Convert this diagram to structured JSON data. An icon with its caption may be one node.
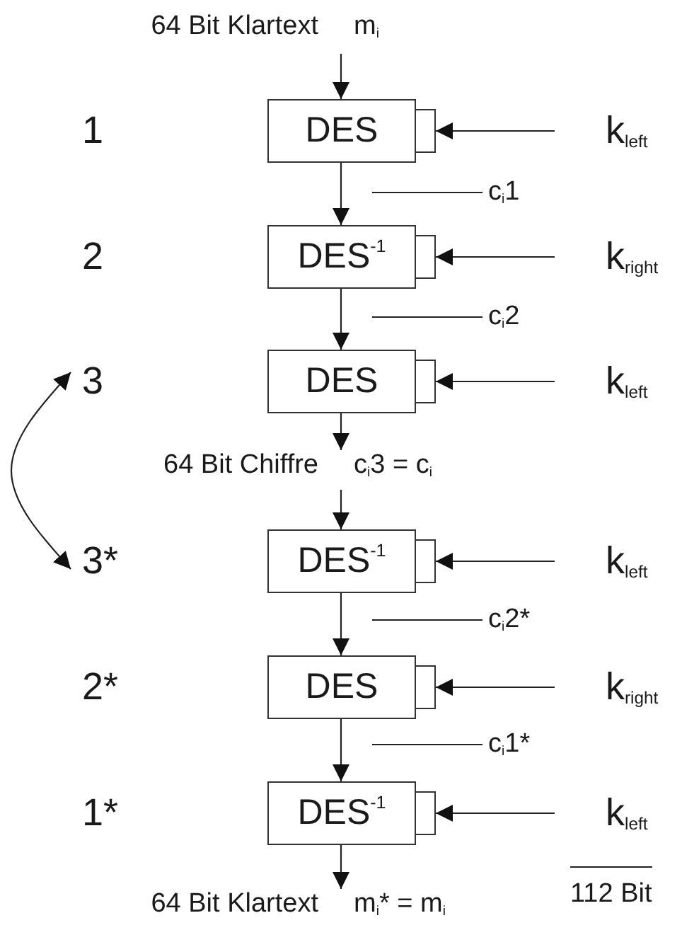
{
  "diagram": {
    "nodes": [
      {
        "text": [
          "64 Bit Klartext",
          "m$_{i}$"
        ]
      },
      {
        "text": [
          "1"
        ]
      },
      {
        "text": [
          "DES"
        ]
      },
      {
        "text": [
          "k$_{left}$"
        ]
      },
      {
        "text": [
          "c$_{i}$1"
        ]
      },
      {
        "text": [
          "2"
        ]
      },
      {
        "text": [
          "DES$^{-1}$"
        ]
      },
      {
        "text": [
          "k$_{right}$"
        ]
      },
      {
        "text": [
          "c$_{i}$2"
        ]
      },
      {
        "text": [
          "3"
        ]
      },
      {
        "text": [
          "DES"
        ]
      },
      {
        "text": [
          "k$_{left}$"
        ]
      },
      {
        "text": [
          "64 Bit Chiffre",
          "c$_{i}$3 = c$_{i}$"
        ]
      },
      {
        "text": [
          "3*"
        ]
      },
      {
        "text": [
          "DES$^{-1}$"
        ]
      },
      {
        "text": [
          "k$_{left}$"
        ]
      },
      {
        "text": [
          "c$_{i}$2*"
        ]
      },
      {
        "text": [
          "2*"
        ]
      },
      {
        "text": [
          "DES"
        ]
      },
      {
        "text": [
          "k$_{right}$"
        ]
      },
      {
        "text": [
          "c$_{i}$1*"
        ]
      },
      {
        "text": [
          "1*"
        ]
      },
      {
        "text": [
          "DES$^{-1}$"
        ]
      },
      {
        "text": [
          "k$_{left}$"
        ]
      },
      {
        "text": [
          "64 Bit Klartext",
          "m$_{i}$* = m$_{i}$"
        ]
      }
    ],
    "edges": [
      {
        "from": 0,
        "to": 2,
        "arrow": "to"
      },
      {
        "from": 2,
        "to": 6,
        "arrow": "to"
      },
      {
        "from": 6,
        "to": 10,
        "arrow": "to"
      },
      {
        "from": 10,
        "to": 12,
        "arrow": "to"
      },
      {
        "from": 12,
        "to": 14,
        "arrow": "to"
      },
      {
        "from": 14,
        "to": 18,
        "arrow": "to"
      },
      {
        "from": 18,
        "to": 22,
        "arrow": "to"
      },
      {
        "from": 22,
        "to": 24,
        "arrow": "to"
      },
      {
        "from": 3,
        "to": 2,
        "arrow": "to"
      },
      {
        "from": 7,
        "to": 6,
        "arrow": "to"
      },
      {
        "from": 11,
        "to": 10,
        "arrow": "to"
      },
      {
        "from": 15,
        "to": 14,
        "arrow": "to"
      },
      {
        "from": 19,
        "to": 18,
        "arrow": "to"
      },
      {
        "from": 23,
        "to": 22,
        "arrow": "to"
      },
      {
        "from": 4,
        "to": null,
        "arrow": "none"
      },
      {
        "from": 8,
        "to": null,
        "arrow": "none"
      },
      {
        "from": 16,
        "to": null,
        "arrow": "none"
      },
      {
        "from": 20,
        "to": null,
        "arrow": "none"
      },
      {
        "from": 9,
        "to": 13,
        "arrow": "both"
      }
    ],
    "labels": [
      "112 Bit"
    ]
  }
}
